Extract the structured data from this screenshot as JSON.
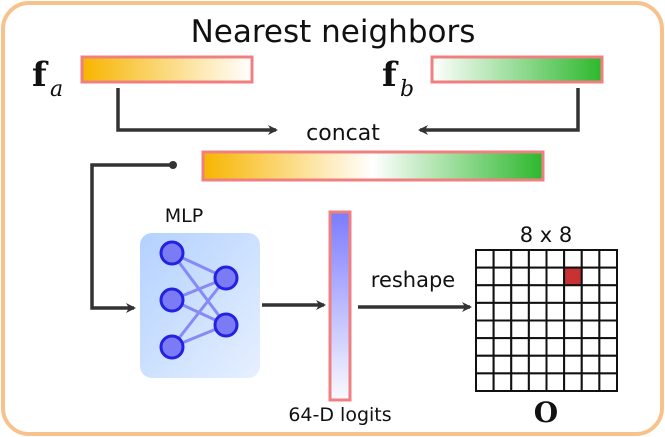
{
  "title": "Nearest neighbors",
  "inputs": [
    {
      "symbol": "f",
      "subscript": "a",
      "color": "#f7b500"
    },
    {
      "symbol": "f",
      "subscript": "b",
      "color": "#2db82d"
    }
  ],
  "concat_label": "concat",
  "mlp_label": "MLP",
  "logits_label": "64-D logits",
  "reshape_label": "reshape",
  "grid_label": "8 x 8",
  "grid": {
    "rows": 8,
    "cols": 8,
    "highlight": {
      "row": 1,
      "col": 5
    },
    "highlight_color": "#c83232"
  },
  "output_label": "O",
  "colors": {
    "border": "#f8c28c",
    "bar_outline": "#f08080",
    "mlp_node": "#7b7bf5",
    "mlp_node_stroke": "#2222e0",
    "logits": "#7b7bff"
  }
}
